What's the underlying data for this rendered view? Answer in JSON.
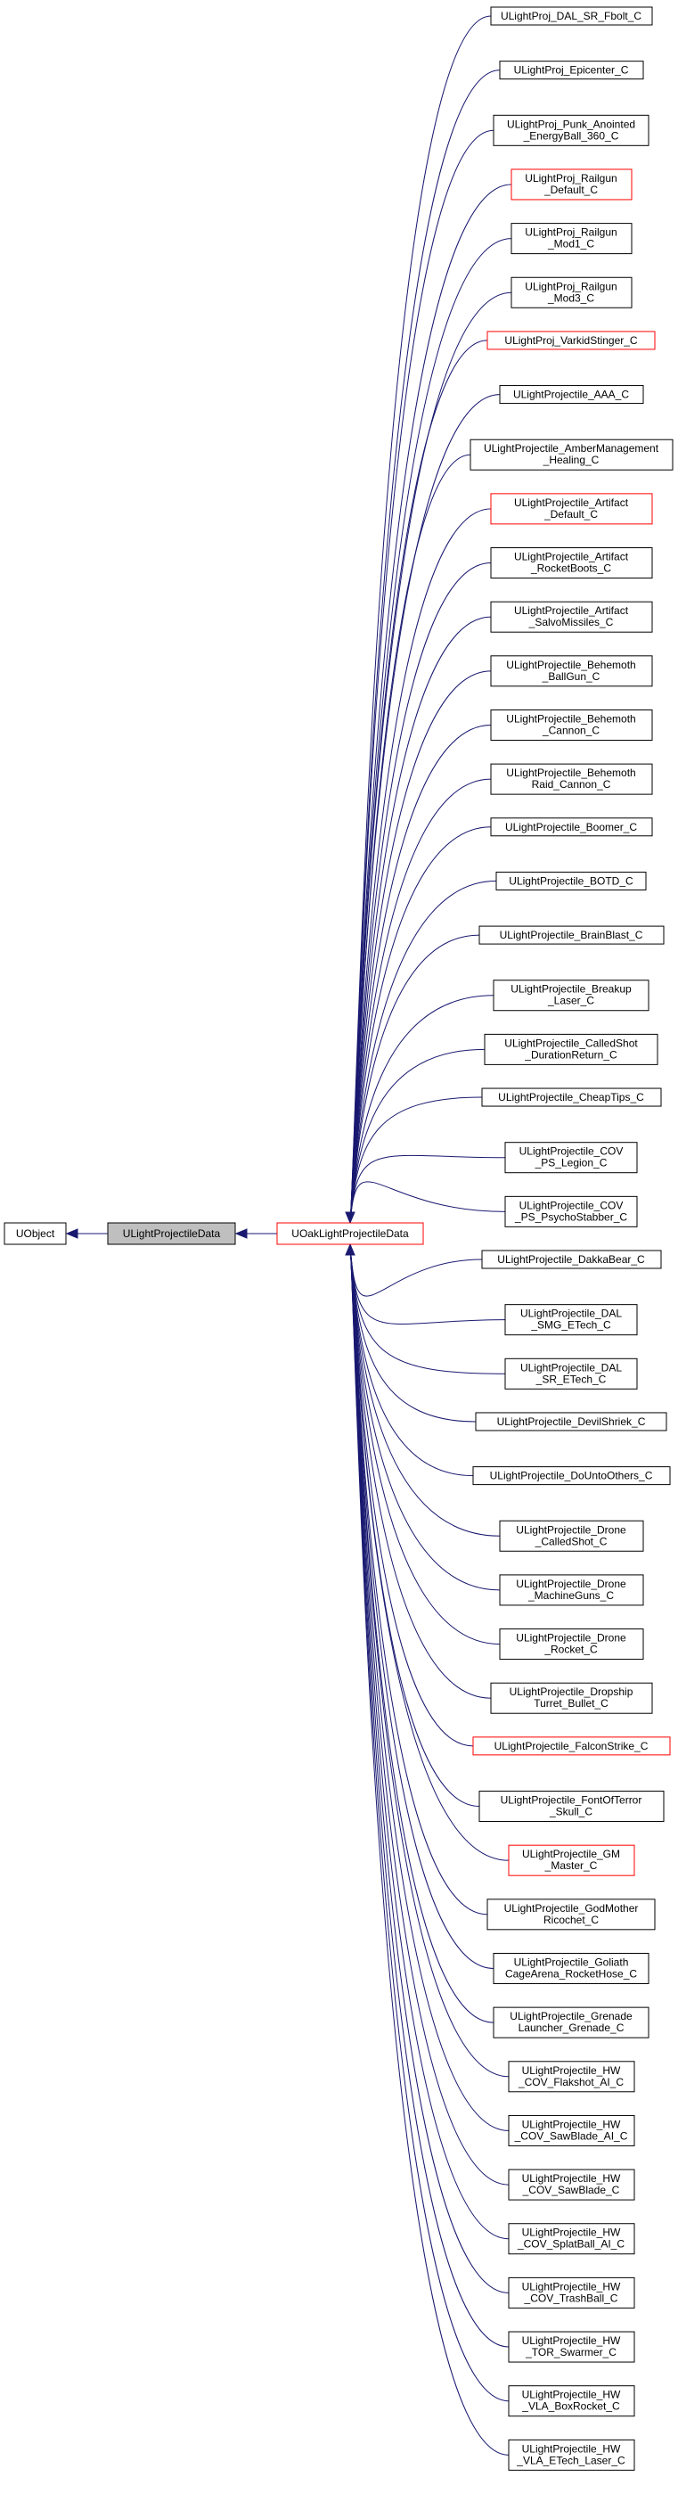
{
  "diagram": {
    "root": {
      "label": "UObject",
      "style": "normal"
    },
    "base": {
      "label": "ULightProjectileData",
      "style": "gray"
    },
    "middle": {
      "label": "UOakLightProjectileData",
      "style": "red"
    },
    "children": [
      {
        "lines": [
          "ULightProj_DAL_SR_Fbolt_C"
        ],
        "style": "normal"
      },
      {
        "lines": [
          "ULightProj_Epicenter_C"
        ],
        "style": "normal"
      },
      {
        "lines": [
          "ULightProj_Punk_Anointed",
          "_EnergyBall_360_C"
        ],
        "style": "normal"
      },
      {
        "lines": [
          "ULightProj_Railgun",
          "_Default_C"
        ],
        "style": "red"
      },
      {
        "lines": [
          "ULightProj_Railgun",
          "_Mod1_C"
        ],
        "style": "normal"
      },
      {
        "lines": [
          "ULightProj_Railgun",
          "_Mod3_C"
        ],
        "style": "normal"
      },
      {
        "lines": [
          "ULightProj_VarkidStinger_C"
        ],
        "style": "red"
      },
      {
        "lines": [
          "ULightProjectile_AAA_C"
        ],
        "style": "normal"
      },
      {
        "lines": [
          "ULightProjectile_AmberManagement",
          "_Healing_C"
        ],
        "style": "normal"
      },
      {
        "lines": [
          "ULightProjectile_Artifact",
          "_Default_C"
        ],
        "style": "red"
      },
      {
        "lines": [
          "ULightProjectile_Artifact",
          "_RocketBoots_C"
        ],
        "style": "normal"
      },
      {
        "lines": [
          "ULightProjectile_Artifact",
          "_SalvoMissiles_C"
        ],
        "style": "normal"
      },
      {
        "lines": [
          "ULightProjectile_Behemoth",
          "_BallGun_C"
        ],
        "style": "normal"
      },
      {
        "lines": [
          "ULightProjectile_Behemoth",
          "_Cannon_C"
        ],
        "style": "normal"
      },
      {
        "lines": [
          "ULightProjectile_Behemoth",
          "Raid_Cannon_C"
        ],
        "style": "normal"
      },
      {
        "lines": [
          "ULightProjectile_Boomer_C"
        ],
        "style": "normal"
      },
      {
        "lines": [
          "ULightProjectile_BOTD_C"
        ],
        "style": "normal"
      },
      {
        "lines": [
          "ULightProjectile_BrainBlast_C"
        ],
        "style": "normal"
      },
      {
        "lines": [
          "ULightProjectile_Breakup",
          "_Laser_C"
        ],
        "style": "normal"
      },
      {
        "lines": [
          "ULightProjectile_CalledShot",
          "_DurationReturn_C"
        ],
        "style": "normal"
      },
      {
        "lines": [
          "ULightProjectile_CheapTips_C"
        ],
        "style": "normal"
      },
      {
        "lines": [
          "ULightProjectile_COV",
          "_PS_Legion_C"
        ],
        "style": "normal"
      },
      {
        "lines": [
          "ULightProjectile_COV",
          "_PS_PsychoStabber_C"
        ],
        "style": "normal"
      },
      {
        "lines": [
          "ULightProjectile_DakkaBear_C"
        ],
        "style": "normal"
      },
      {
        "lines": [
          "ULightProjectile_DAL",
          "_SMG_ETech_C"
        ],
        "style": "normal"
      },
      {
        "lines": [
          "ULightProjectile_DAL",
          "_SR_ETech_C"
        ],
        "style": "normal"
      },
      {
        "lines": [
          "ULightProjectile_DevilShriek_C"
        ],
        "style": "normal"
      },
      {
        "lines": [
          "ULightProjectile_DoUntoOthers_C"
        ],
        "style": "normal"
      },
      {
        "lines": [
          "ULightProjectile_Drone",
          "_CalledShot_C"
        ],
        "style": "normal"
      },
      {
        "lines": [
          "ULightProjectile_Drone",
          "_MachineGuns_C"
        ],
        "style": "normal"
      },
      {
        "lines": [
          "ULightProjectile_Drone",
          "_Rocket_C"
        ],
        "style": "normal"
      },
      {
        "lines": [
          "ULightProjectile_Dropship",
          "Turret_Bullet_C"
        ],
        "style": "normal"
      },
      {
        "lines": [
          "ULightProjectile_FalconStrike_C"
        ],
        "style": "red"
      },
      {
        "lines": [
          "ULightProjectile_FontOfTerror",
          "_Skull_C"
        ],
        "style": "normal"
      },
      {
        "lines": [
          "ULightProjectile_GM",
          "_Master_C"
        ],
        "style": "red"
      },
      {
        "lines": [
          "ULightProjectile_GodMother",
          "Ricochet_C"
        ],
        "style": "normal"
      },
      {
        "lines": [
          "ULightProjectile_Goliath",
          "CageArena_RocketHose_C"
        ],
        "style": "normal"
      },
      {
        "lines": [
          "ULightProjectile_Grenade",
          "Launcher_Grenade_C"
        ],
        "style": "normal"
      },
      {
        "lines": [
          "ULightProjectile_HW",
          "_COV_Flakshot_AI_C"
        ],
        "style": "normal"
      },
      {
        "lines": [
          "ULightProjectile_HW",
          "_COV_SawBlade_AI_C"
        ],
        "style": "normal"
      },
      {
        "lines": [
          "ULightProjectile_HW",
          "_COV_SawBlade_C"
        ],
        "style": "normal"
      },
      {
        "lines": [
          "ULightProjectile_HW",
          "_COV_SplatBall_AI_C"
        ],
        "style": "normal"
      },
      {
        "lines": [
          "ULightProjectile_HW",
          "_COV_TrashBall_C"
        ],
        "style": "normal"
      },
      {
        "lines": [
          "ULightProjectile_HW",
          "_TOR_Swarmer_C"
        ],
        "style": "normal"
      },
      {
        "lines": [
          "ULightProjectile_HW",
          "_VLA_BoxRocket_C"
        ],
        "style": "normal"
      },
      {
        "lines": [
          "ULightProjectile_HW",
          "_VLA_ETech_Laser_C"
        ],
        "style": "normal"
      }
    ]
  }
}
